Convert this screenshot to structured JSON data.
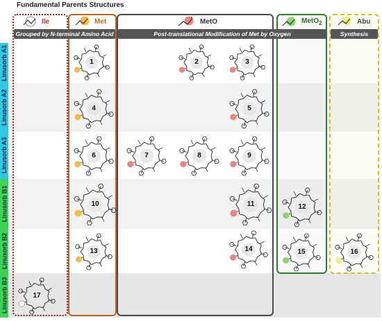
{
  "figure_title": "Fundamental Parents Structures",
  "columns": {
    "ile": {
      "label": "Ile",
      "color": "#c0392b"
    },
    "met": {
      "label": "Met",
      "color": "#c96a19"
    },
    "meto": {
      "label": "MetO"
    },
    "meto2": {
      "label": "MetO",
      "subscript": "2"
    },
    "abu": {
      "label": "Abu"
    }
  },
  "subheaders": {
    "amino": "Grouped by N-terminal Amino Acid",
    "oxygen": "Post-translational Modification of Met by Oxygen",
    "synthesis": "Synthesis"
  },
  "rows": [
    {
      "label": "Linusorb A1",
      "color": "#33c7e6"
    },
    {
      "label": "Linusorb A2",
      "color": "#33c7e6"
    },
    {
      "label": "Linusorb A3",
      "color": "#33c7e6"
    },
    {
      "label": "Linusorb B1",
      "color": "#3fd15a"
    },
    {
      "label": "Linusorb B2",
      "color": "#3fd15a"
    },
    {
      "label": "Linusorb B3",
      "color": "#3fd15a"
    }
  ],
  "compounds": [
    {
      "number": "1",
      "modification": "Met"
    },
    {
      "number": "2",
      "modification": "MetO"
    },
    {
      "number": "3",
      "modification": "MetO"
    },
    {
      "number": "4",
      "modification": "Met"
    },
    {
      "number": "5",
      "modification": "MetO"
    },
    {
      "number": "6",
      "modification": "Met"
    },
    {
      "number": "7",
      "modification": "MetO"
    },
    {
      "number": "8",
      "modification": "MetO"
    },
    {
      "number": "9",
      "modification": "MetO"
    },
    {
      "number": "10",
      "modification": "Met"
    },
    {
      "number": "11",
      "modification": "MetO"
    },
    {
      "number": "12",
      "modification": "MetO2"
    },
    {
      "number": "13",
      "modification": "Met"
    },
    {
      "number": "14",
      "modification": "MetO"
    },
    {
      "number": "15",
      "modification": "MetO2"
    },
    {
      "number": "16",
      "modification": "Abu"
    },
    {
      "number": "17",
      "modification": "Ile"
    }
  ],
  "highlight_colors": {
    "Met": "#f6b94a",
    "MetO": "#e9867d",
    "MetO2": "#8fd46b",
    "Abu": "#f3ee8a",
    "Ile": "#ffffff"
  }
}
